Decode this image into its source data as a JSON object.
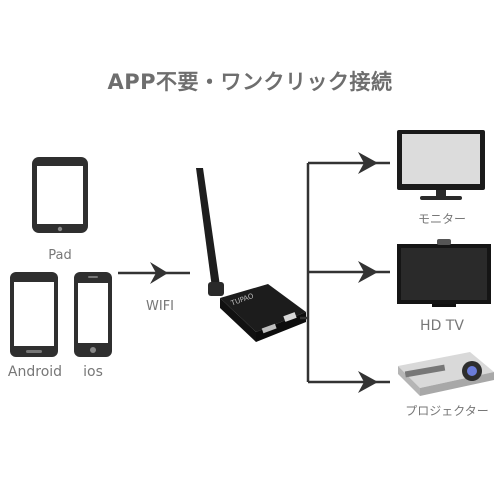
{
  "title": "APP不要・ワンクリック接続",
  "sources": {
    "ipad_label": "Pad",
    "android_label": "Android",
    "ios_label": "ios"
  },
  "link_label": "WIFI",
  "device": {
    "brand": "TUPAO"
  },
  "outputs": {
    "monitor_label": "モニター",
    "tv_label": "HD TV",
    "projector_label": "プロジェクター"
  }
}
